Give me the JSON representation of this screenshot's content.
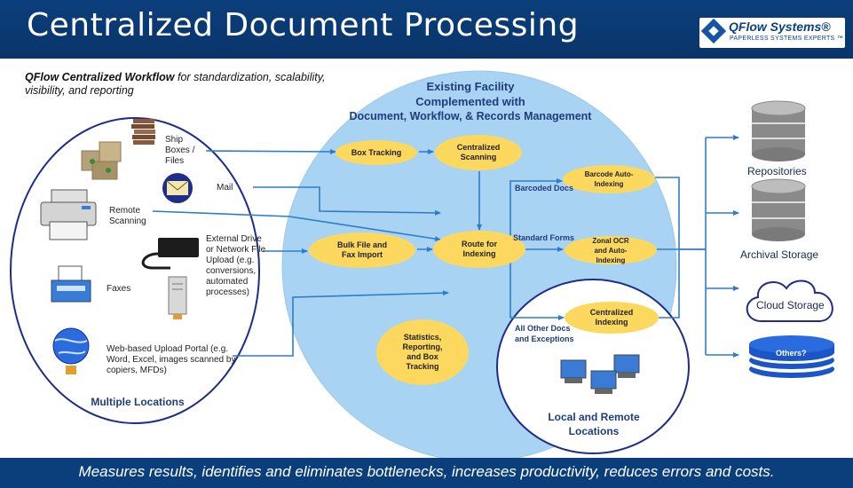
{
  "header": {
    "title": "Centralized Document Processing",
    "logo": {
      "name": "QFlow Systems",
      "registered": "®",
      "tagline": "PAPERLESS SYSTEMS EXPERTS ™"
    }
  },
  "intro": {
    "bold_text": "QFlow Centralized Workflow",
    "rest_text": " for standardization, scalability, visibility, and reporting"
  },
  "left_group": {
    "title": "Multiple Locations",
    "sources": {
      "ship": "Ship Boxes / Files",
      "mail": "Mail",
      "remote_scanning": "Remote Scanning",
      "external_drive": "External Drive or Network File Upload (e.g. conversions, automated processes)",
      "faxes": "Faxes",
      "web_portal": "Web-based Upload Portal (e.g. Word, Excel, images scanned by copiers, MFDs)"
    }
  },
  "facility": {
    "title_line1": "Existing Facility",
    "title_line2": "Complemented with",
    "title_line3": "Document, Workflow, & Records Management",
    "nodes": {
      "box_tracking": "Box Tracking",
      "centralized_scanning": "Centralized Scanning",
      "bulk_file": "Bulk File and Fax Import",
      "route": "Route for Indexing",
      "barcode": "Barcode Auto-Indexing",
      "zonal": "Zonal OCR and Auto-Indexing",
      "centralized_indexing": "Centralized Indexing",
      "statistics": "Statistics, Reporting, and Box Tracking"
    },
    "edge_labels": {
      "barcoded": "Barcoded Docs",
      "standard": "Standard Forms",
      "other": "All Other Docs and Exceptions"
    }
  },
  "local_group": {
    "title": "Local and Remote Locations"
  },
  "destinations": {
    "repositories": "Repositories",
    "archival": "Archival Storage",
    "cloud": "Cloud Storage",
    "others": "Others?"
  },
  "footer": {
    "text": "Measures results, identifies and eliminates bottlenecks, increases productivity, reduces errors and costs."
  },
  "colors": {
    "header_blue": "#0b3f7c",
    "facility_blue": "#a9d3f2",
    "node_yellow": "#fdd85f",
    "arrow_blue": "#2e7cc9",
    "group_border": "#1f2c8a"
  }
}
